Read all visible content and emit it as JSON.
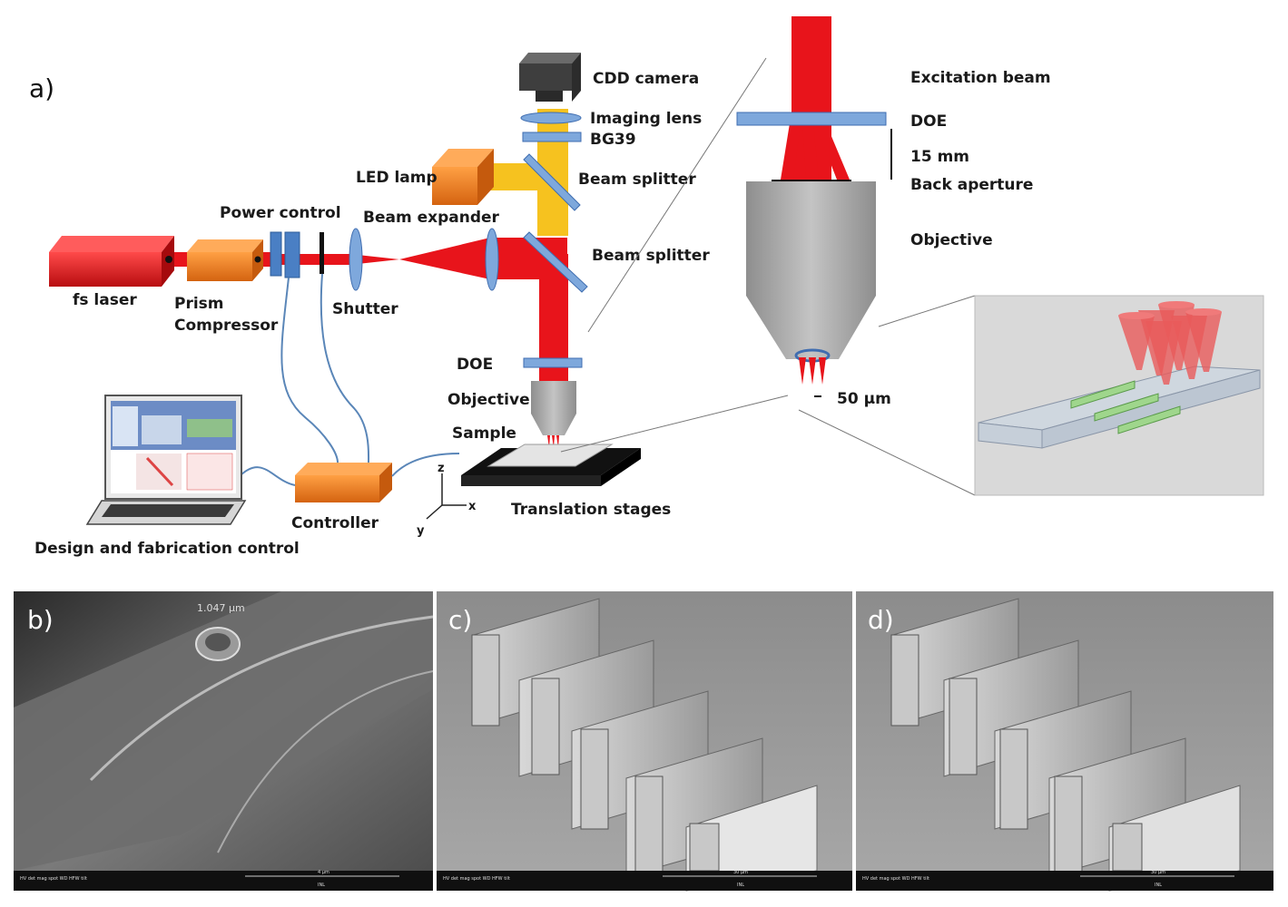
{
  "panel_labels": {
    "a": "a)",
    "b": "b)",
    "c": "c)",
    "d": "d)"
  },
  "setup_labels": {
    "fs_laser": "fs laser",
    "prism": "Prism",
    "compressor": "Compressor",
    "power_control": "Power control",
    "shutter": "Shutter",
    "beam_expander": "Beam expander",
    "led_lamp": "LED lamp",
    "cdd_camera": "CDD camera",
    "imaging_lens": "Imaging lens",
    "bg39": "BG39",
    "beam_splitter_top": "Beam splitter",
    "beam_splitter_bottom": "Beam splitter",
    "doe": "DOE",
    "objective": "Objective",
    "sample": "Sample",
    "translation_stages": "Translation stages",
    "controller": "Controller",
    "design_control": "Design and fabrication control",
    "axis_z": "z",
    "axis_x": "x",
    "axis_y": "y"
  },
  "zoom_labels": {
    "excitation_beam": "Excitation beam",
    "doe": "DOE",
    "distance": "15 mm",
    "back_aperture": "Back aperture",
    "objective": "Objective",
    "scale": "50 µm"
  },
  "sem": {
    "b_scale": "1.047 µm",
    "b_bar": "4 µm",
    "c_bar": "30 µm",
    "d_bar": "30 µm",
    "b_info": "HV det mag spot WD HFW tilt",
    "c_info": "HV det mag spot WD HFW tilt",
    "d_info": "HV det mag spot WD HFW tilt",
    "footer_org": "INL"
  },
  "colors": {
    "laser_red": "#e8141b",
    "orange": "#ef7c1a",
    "optic_blue": "#5b8fce",
    "led_yellow": "#f6c21f",
    "objective_grey": "#a6a6a6"
  }
}
